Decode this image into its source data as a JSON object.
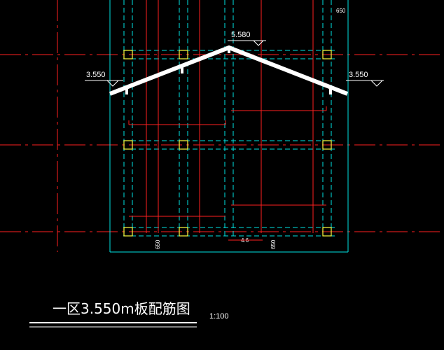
{
  "drawing": {
    "title": "一区3.550m板配筋图",
    "scale": "1:100",
    "levels": {
      "ridge": "5.580",
      "eave_left": "3.550",
      "eave_right": "3.550"
    },
    "dims": {
      "top_right": "650",
      "bottom_left": "650",
      "bottom_mid": "4.6",
      "bottom_right": "650"
    },
    "colors": {
      "background": "#000000",
      "slab_outline": "#00e5e5",
      "beam_dashed": "#00e5e5",
      "rebar": "#ff2020",
      "axis": "#ff2020",
      "column": "#ffff40",
      "roof": "#ffffff",
      "text": "#ffffff"
    }
  }
}
